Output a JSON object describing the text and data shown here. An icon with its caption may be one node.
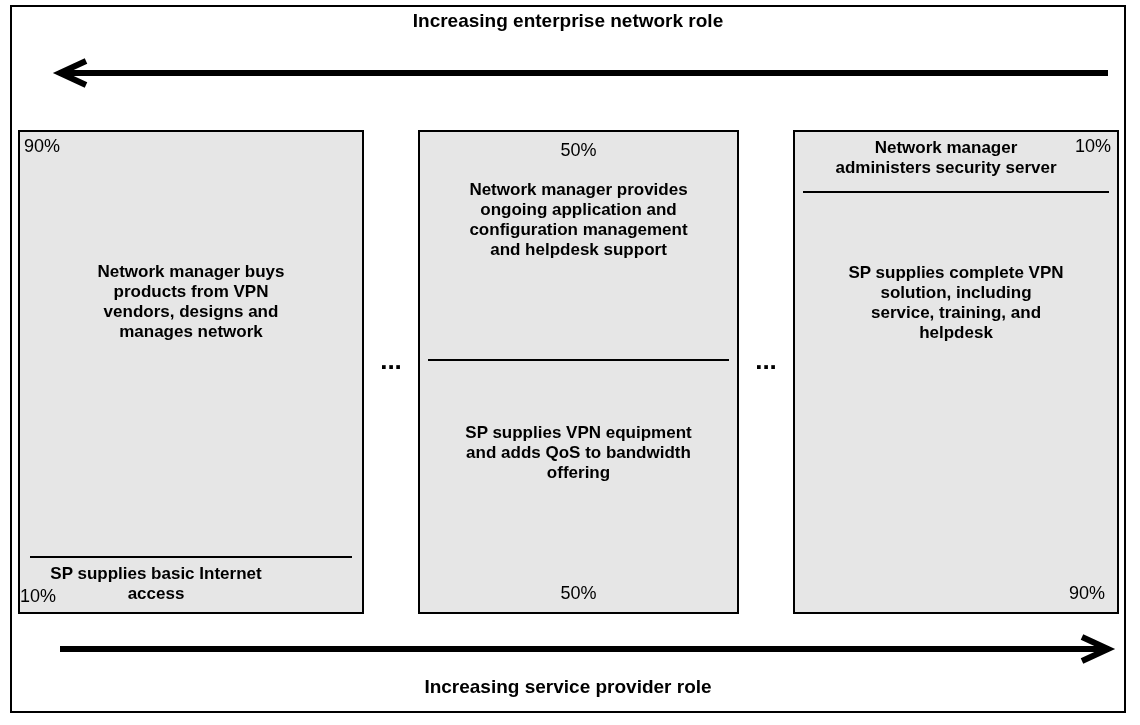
{
  "diagram": {
    "nodes": [
      {
        "text": [],
        "shape": "box"
      },
      {
        "text": [
          "90%",
          "Network manager buys products from VPN vendors, designs and manages network"
        ],
        "in": 0
      },
      {
        "text": [
          "SP supplies basic Internet access",
          "10%"
        ],
        "in": 0
      },
      {
        "text": [],
        "shape": "box"
      },
      {
        "text": [
          "50%",
          "Network manager provides ongoing application and configuration management and helpdesk support"
        ],
        "in": 3
      },
      {
        "text": [
          "SP supplies VPN equipment and adds QoS to bandwidth offering",
          "50%"
        ],
        "in": 3
      },
      {
        "text": [],
        "shape": "box"
      },
      {
        "text": [
          "Network manager administers security server",
          "10%"
        ],
        "in": 6
      },
      {
        "text": [
          "SP supplies complete VPN solution, including service, training, and helpdesk",
          "90%"
        ],
        "in": 6
      }
    ],
    "edges": [],
    "labels": [
      "Increasing enterprise network role",
      "...",
      "...",
      "Increasing service provider role"
    ]
  }
}
